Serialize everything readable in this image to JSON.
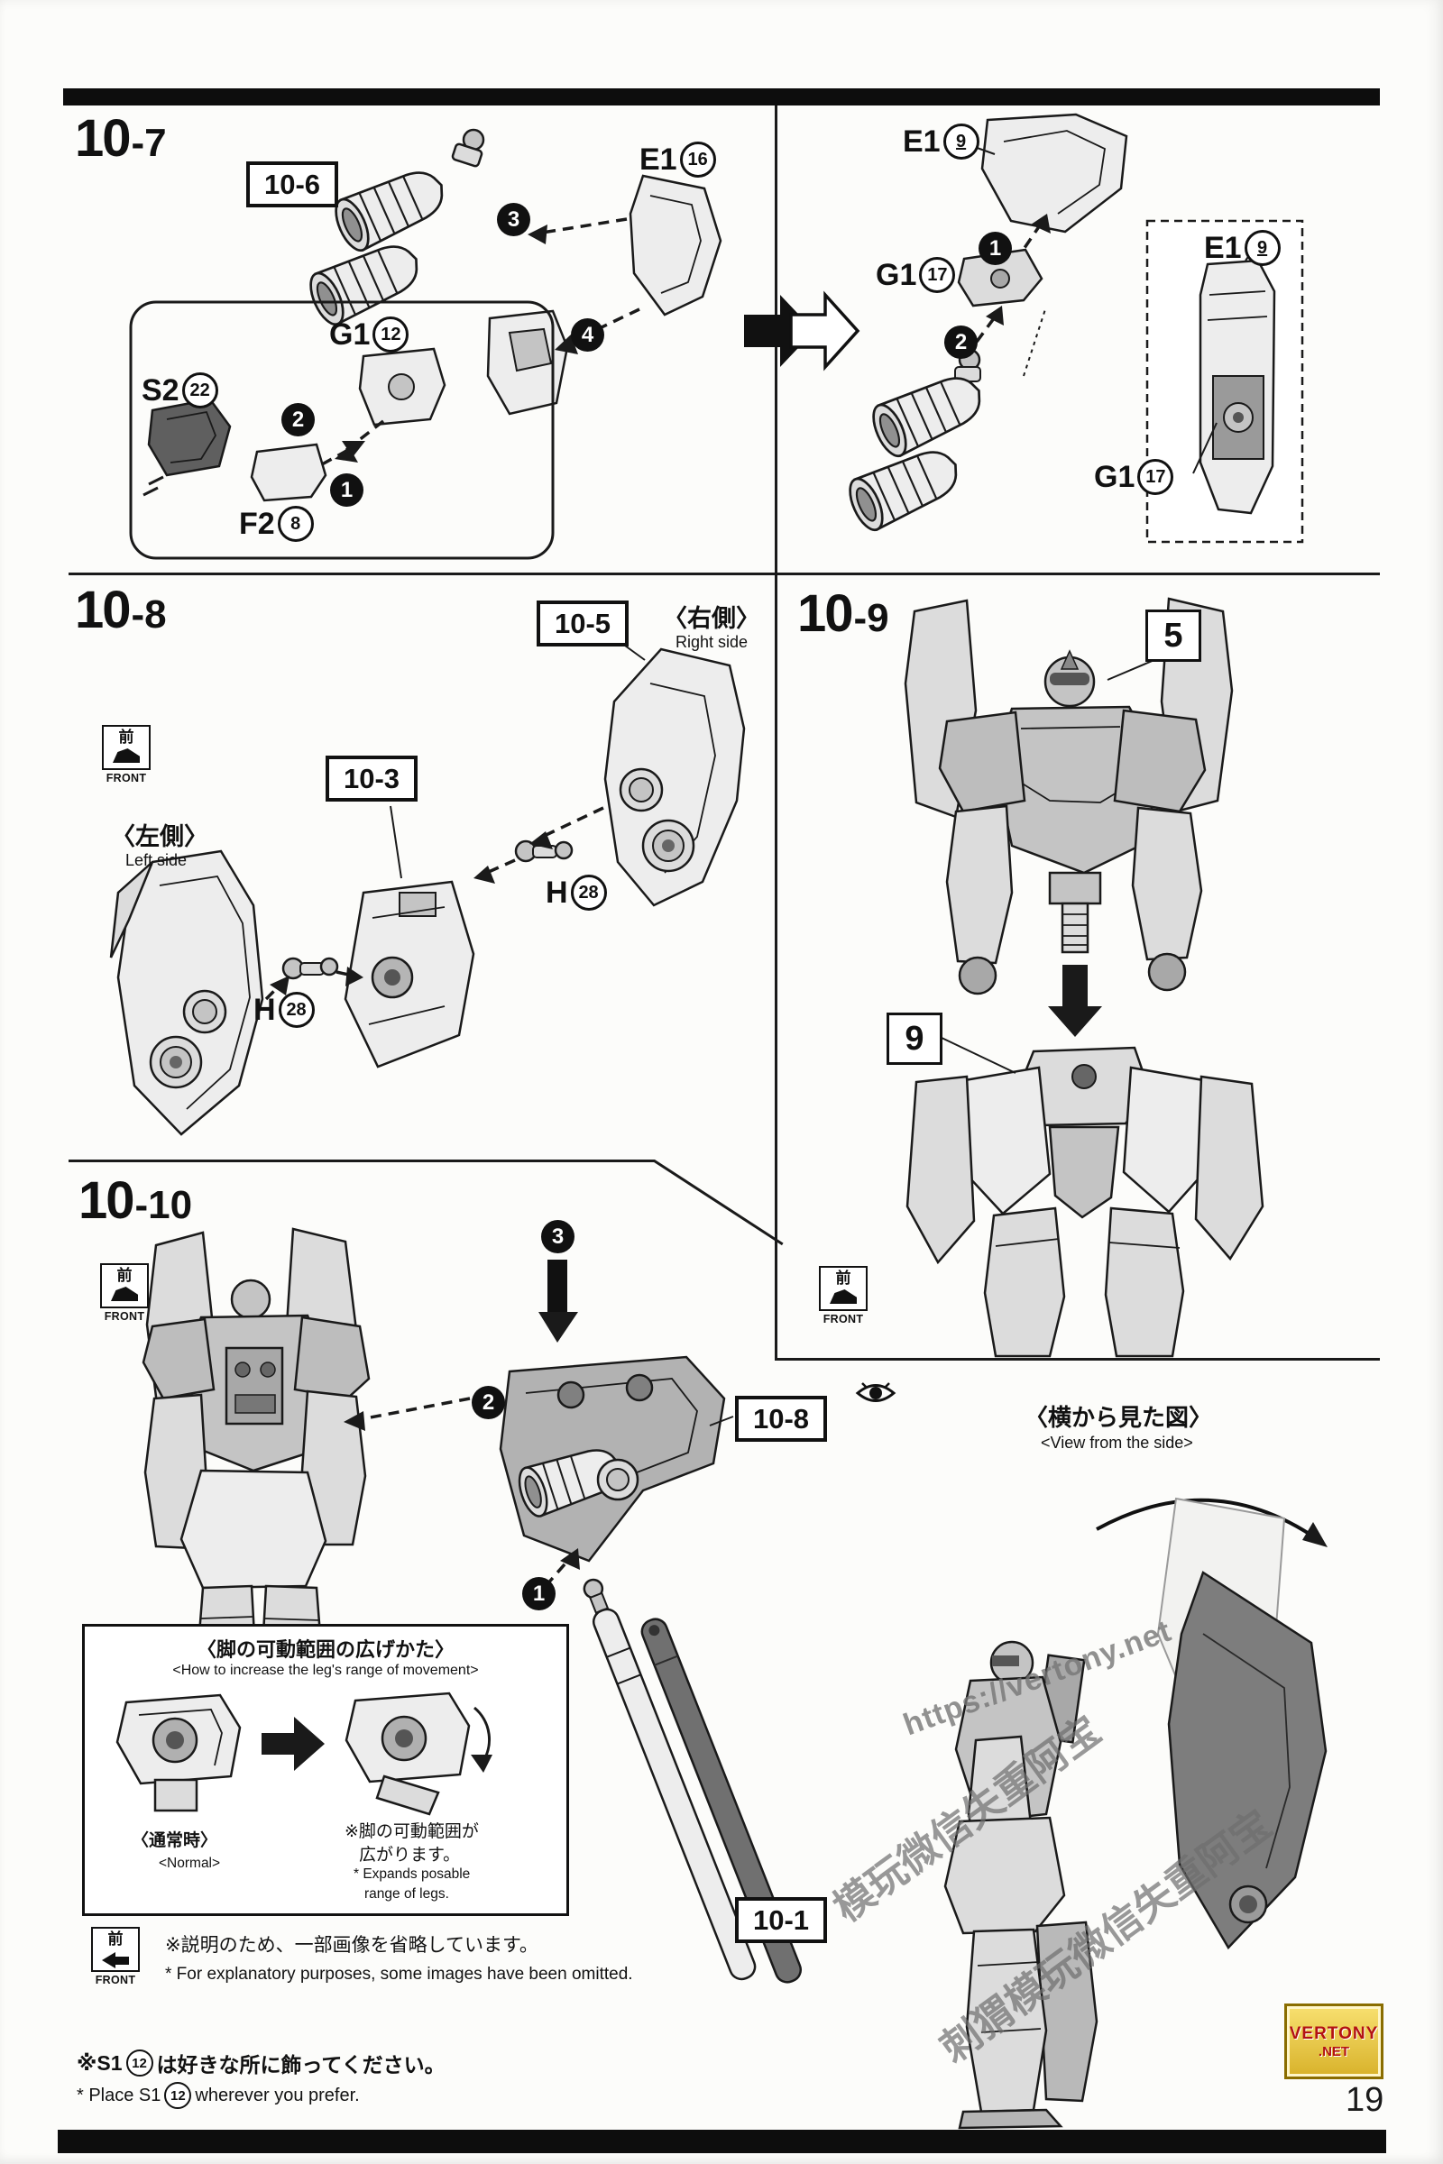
{
  "page": {
    "number": "19"
  },
  "front": {
    "jp": "前",
    "en": "FRONT"
  },
  "sec107": {
    "title_main": "10",
    "title_sub": "-7",
    "ref_10_6": "10-6",
    "e1_16_code": "E1",
    "e1_16_num": "16",
    "g1_12_code": "G1",
    "g1_12_num": "12",
    "s2_22_code": "S2",
    "s2_22_num": "22",
    "f2_8_code": "F2",
    "f2_8_num": "8",
    "step1": "1",
    "step2": "2",
    "step3": "3",
    "step4": "4",
    "r_e1_9_code": "E1",
    "r_e1_9_num": "9",
    "r_g1_17_code": "G1",
    "r_g1_17_num": "17",
    "r_step1": "1",
    "r_step2": "2",
    "i_e1_9_code": "E1",
    "i_e1_9_num": "9",
    "i_g1_17_code": "G1",
    "i_g1_17_num": "17"
  },
  "sec108": {
    "title_main": "10",
    "title_sub": "-8",
    "ref_10_5": "10-5",
    "ref_10_3": "10-3",
    "right_side_jp": "〈右側〉",
    "right_side_en": "Right side",
    "left_side_jp": "〈左側〉",
    "left_side_en": "Left side",
    "h28a_code": "H",
    "h28a_num": "28",
    "h28b_code": "H",
    "h28b_num": "28"
  },
  "sec109": {
    "title_main": "10",
    "title_sub": "-9",
    "callout_5": "5",
    "callout_9": "9"
  },
  "sec1010": {
    "title_main": "10",
    "title_sub": "-10",
    "ref_10_8": "10-8",
    "ref_10_1": "10-1",
    "step1": "1",
    "step2": "2",
    "step3": "3",
    "leg_title_jp": "〈脚の可動範囲の広げかた〉",
    "leg_title_en": "<How to increase the leg's range of movement>",
    "normal_jp": "〈通常時〉",
    "normal_en": "<Normal>",
    "leg_note_jp1": "※脚の可動範囲が",
    "leg_note_jp2": "広がります。",
    "leg_note_en1": "* Expands posable",
    "leg_note_en2": "range of legs.",
    "omit_jp": "※説明のため、一部画像を省略しています。",
    "omit_en": "* For explanatory purposes, some images have been omitted.",
    "s1_jp_pre": "※S1",
    "s1_num": "12",
    "s1_jp_post": "は好きな所に飾ってください。",
    "s1_en_pre": "* Place S1",
    "s1_en_post": "wherever you prefer."
  },
  "sideview": {
    "label_jp": "〈横から見た図〉",
    "label_en": "<View from the side>"
  },
  "watermark": {
    "url": "https://vertony.net",
    "cn1": "模玩微信失重阿宝",
    "cn2": "刺猬模玩微信失重阿宝",
    "logo_top": "VERTONY",
    "logo_bottom": ".NET"
  }
}
